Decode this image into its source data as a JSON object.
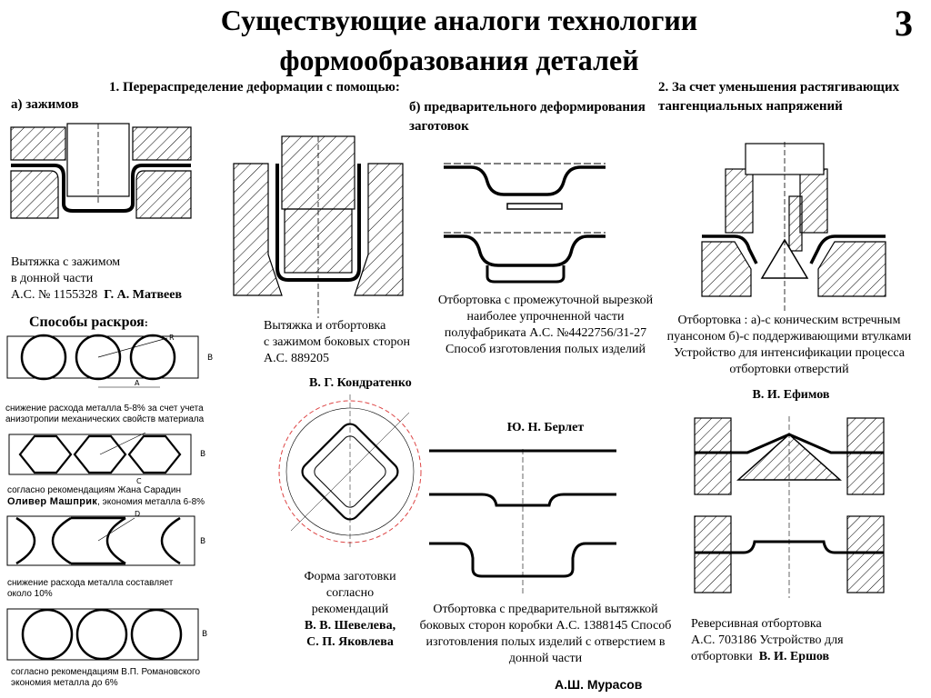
{
  "slide": {
    "title": "Существующие аналоги технологии формообразования деталей",
    "number": "3"
  },
  "section1": {
    "heading": "1. Перераспределение деформации с помощью:",
    "a_label": "а) зажимов",
    "b_label": "б) предварительного деформирования заготовок"
  },
  "section2": {
    "heading": "2. За счет уменьшения растягивающих тангенциальных напряжений"
  },
  "captions": {
    "c1_line1": "Вытяжка с зажимом",
    "c1_line2": "в донной  части",
    "c1_line3": "А.С. № 1155328",
    "c1_author": "Г. А. Матвеев",
    "c2_line1": "Вытяжка и отбортовка",
    "c2_line2": "с зажимом боковых сторон",
    "c2_line3": "А.С. 889205",
    "c2_author": "В. Г. Кондратенко",
    "c3_text": "Отбортовка с промежуточной вырезкой наиболее упрочненной части полуфабриката А.С. №4422756/31-27 Способ изготовления полых изделий",
    "c3_author": "Ю. Н. Берлет",
    "c4_text": "Отбортовка : а)-с коническим встречным пуансоном б)-с поддерживающими втулками Устройство для интенсификации процесса отбортовки отверстий",
    "c4_author": "В. И. Ефимов",
    "c5_line1": "Форма заготовки",
    "c5_line2": "согласно",
    "c5_line3": "рекомендаций",
    "c5_author1": "В. В. Шевелева,",
    "c5_author2": "С. П. Яковлева",
    "c6_text": "Отбортовка с предварительной вытяжкой боковых сторон коробки А.С. 1388145 Способ изготовления полых изделий с отверстием в донной части",
    "c6_author": "А.Ш. Мурасов",
    "c7_line1": "Реверсивная отбортовка",
    "c7_line2": "А.С. 703186 Устройство для",
    "c7_line3": "отбортовки",
    "c7_author": "В. И. Ершов"
  },
  "cutting": {
    "heading": "Способы раскроя",
    "colon": ":",
    "n1_line1": "снижение расхода металла 5-8% за счет учета",
    "n1_line2": "анизотропии механических свойств материала",
    "n2_line1": "согласно рекомендациям Жана Сарадин",
    "n2_line2": "Оливер Машприк",
    "n2_line2b": ", экономия металла 6-8%",
    "n3_line1": "снижение расхода металла составляет",
    "n3_line2": "около 10%",
    "n4_line1": "согласно рекомендациям В.П. Романовского",
    "n4_line2": "экономия металла до 6%"
  },
  "dims": {
    "a": "A",
    "b": "B",
    "c": "C",
    "r": "R",
    "d": "D"
  }
}
